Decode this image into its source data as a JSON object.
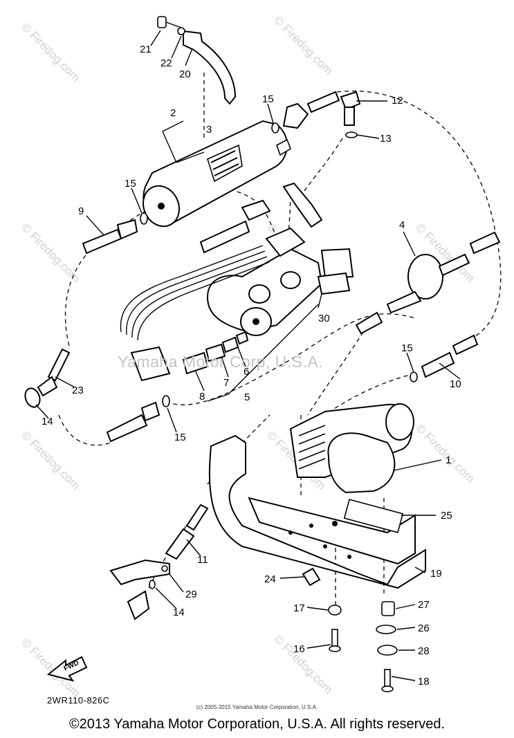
{
  "watermark": "© Firedog.com",
  "ghost_text": "Yamaha Motor Corp, U.S.A.",
  "diagram_code": "2WR110-826C",
  "front_arrow_text": "FWD",
  "copyright_small": "(c) 2005-2015 Yamaha Motor Corporation, U.S.A.",
  "footer": "©2013 Yamaha Motor Corporation, U.S.A. All rights reserved.",
  "callouts": {
    "c1": "1",
    "c2": "2",
    "c3": "3",
    "c4": "4",
    "c5": "5",
    "c6": "6",
    "c7": "7",
    "c8": "8",
    "c9": "9",
    "c10": "10",
    "c11": "11",
    "c12": "12",
    "c13": "13",
    "c14a": "14",
    "c14b": "14",
    "c15a": "15",
    "c15b": "15",
    "c15c": "15",
    "c15d": "15",
    "c16": "16",
    "c17": "17",
    "c18": "18",
    "c19": "19",
    "c20": "20",
    "c21": "21",
    "c22": "22",
    "c23": "23",
    "c24": "24",
    "c25": "25",
    "c26": "26",
    "c27": "27",
    "c28": "28",
    "c29": "29",
    "c30": "30"
  }
}
